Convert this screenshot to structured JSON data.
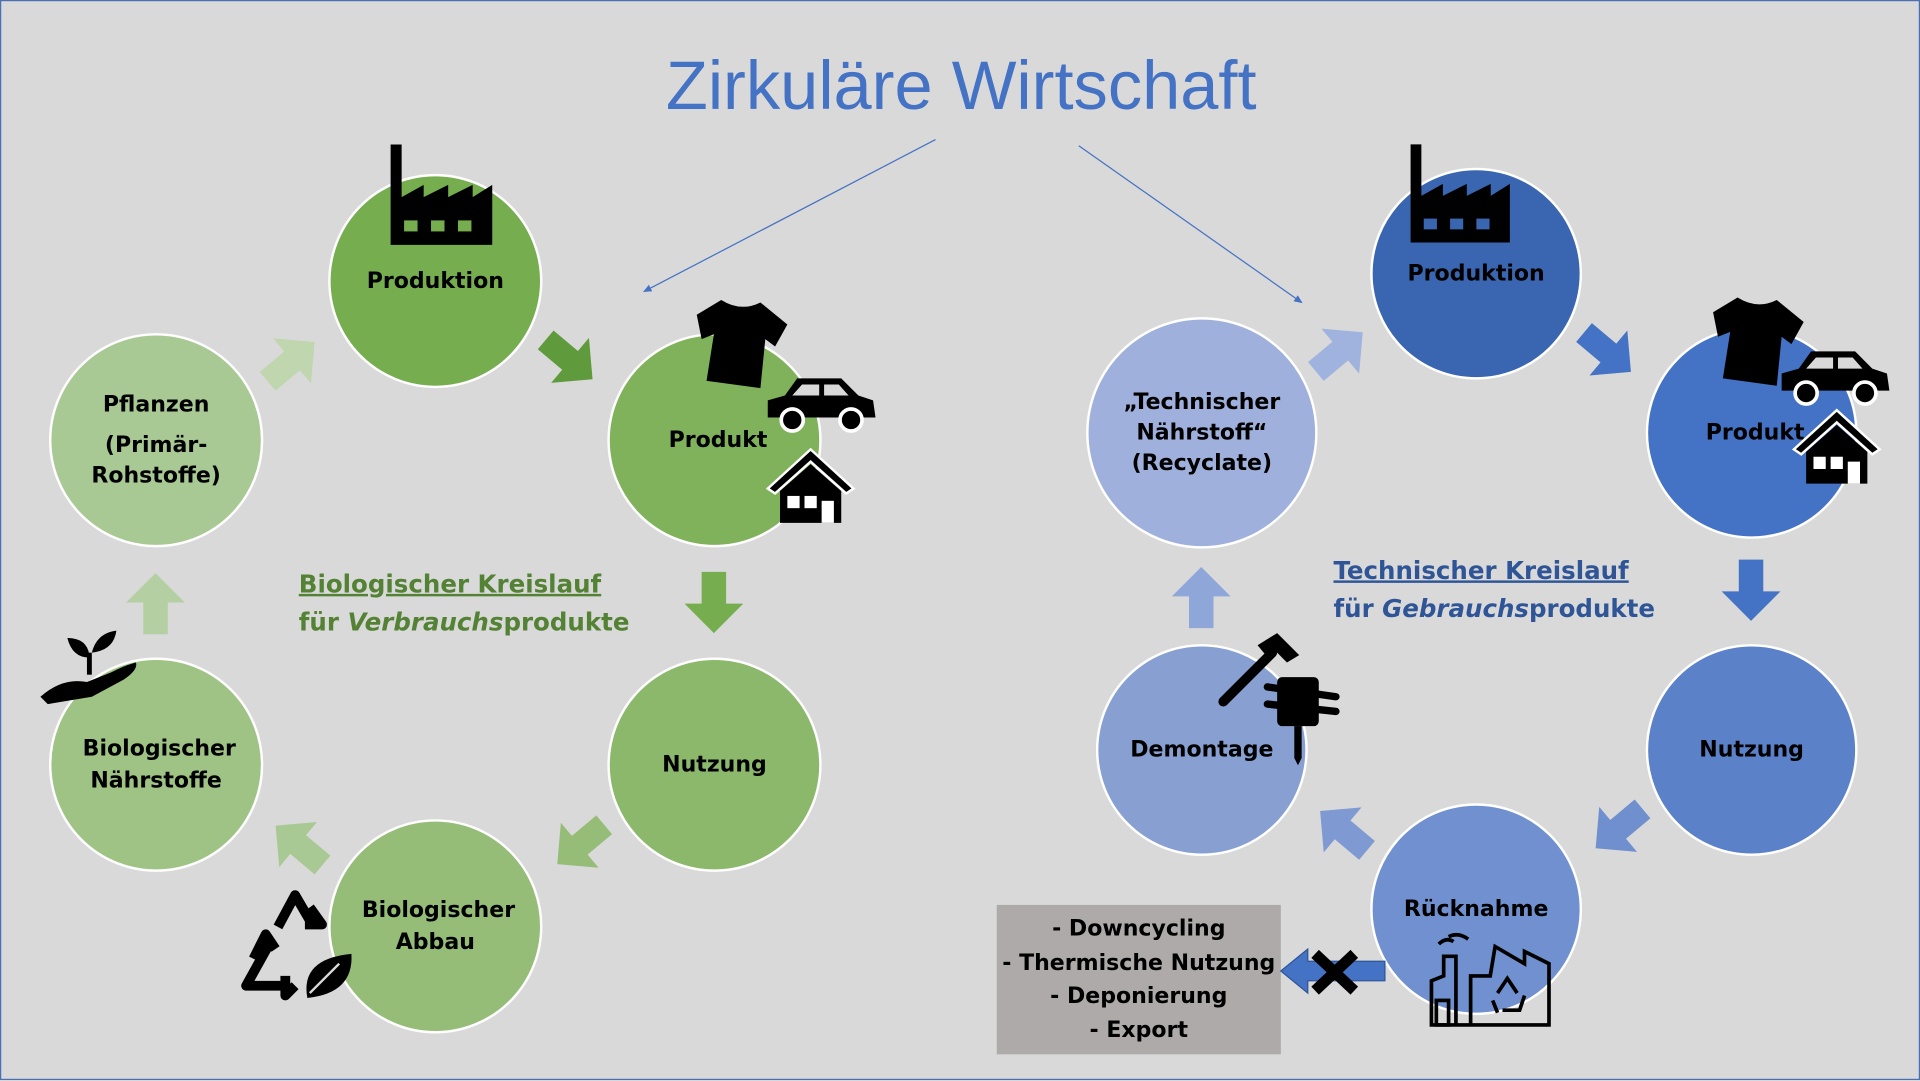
{
  "title": "Zirkuläre Wirtschaft",
  "colors": {
    "background": "#d9d9d9",
    "title": "#4472c4",
    "bio_label": "#548235",
    "tech_label": "#2f5597"
  },
  "bio": {
    "label_line1": "Biologischer Kreislauf ",
    "label_line2_pre": "für ",
    "label_line2_em": "Verbrauchs",
    "label_line2_post": "produkte",
    "nodes": {
      "produktion": "Produktion",
      "produkt": "Produkt",
      "nutzung": "Nutzung",
      "abbau": "Biologischer Abbau",
      "naehrstoffe": "Biologischer Nährstoffe",
      "pflanzen1": "Pflanzen",
      "pflanzen2": "(Primär-Rohstoffe)"
    }
  },
  "tech": {
    "label_line1": "Technischer Kreislauf ",
    "label_line2_pre": "für ",
    "label_line2_em": "Gebrauchs",
    "label_line2_post": "produkte",
    "nodes": {
      "produktion": "Produktion",
      "produkt": "Produkt",
      "nutzung": "Nutzung",
      "ruecknahme": "Rücknahme",
      "demontage": "Demontage",
      "naehrstoff": "„Technischer Nährstoff“ (Recyclate)"
    }
  },
  "exit_box": [
    "- Downcycling",
    "- Thermische Nutzung",
    "- Deponierung",
    "- Export"
  ]
}
